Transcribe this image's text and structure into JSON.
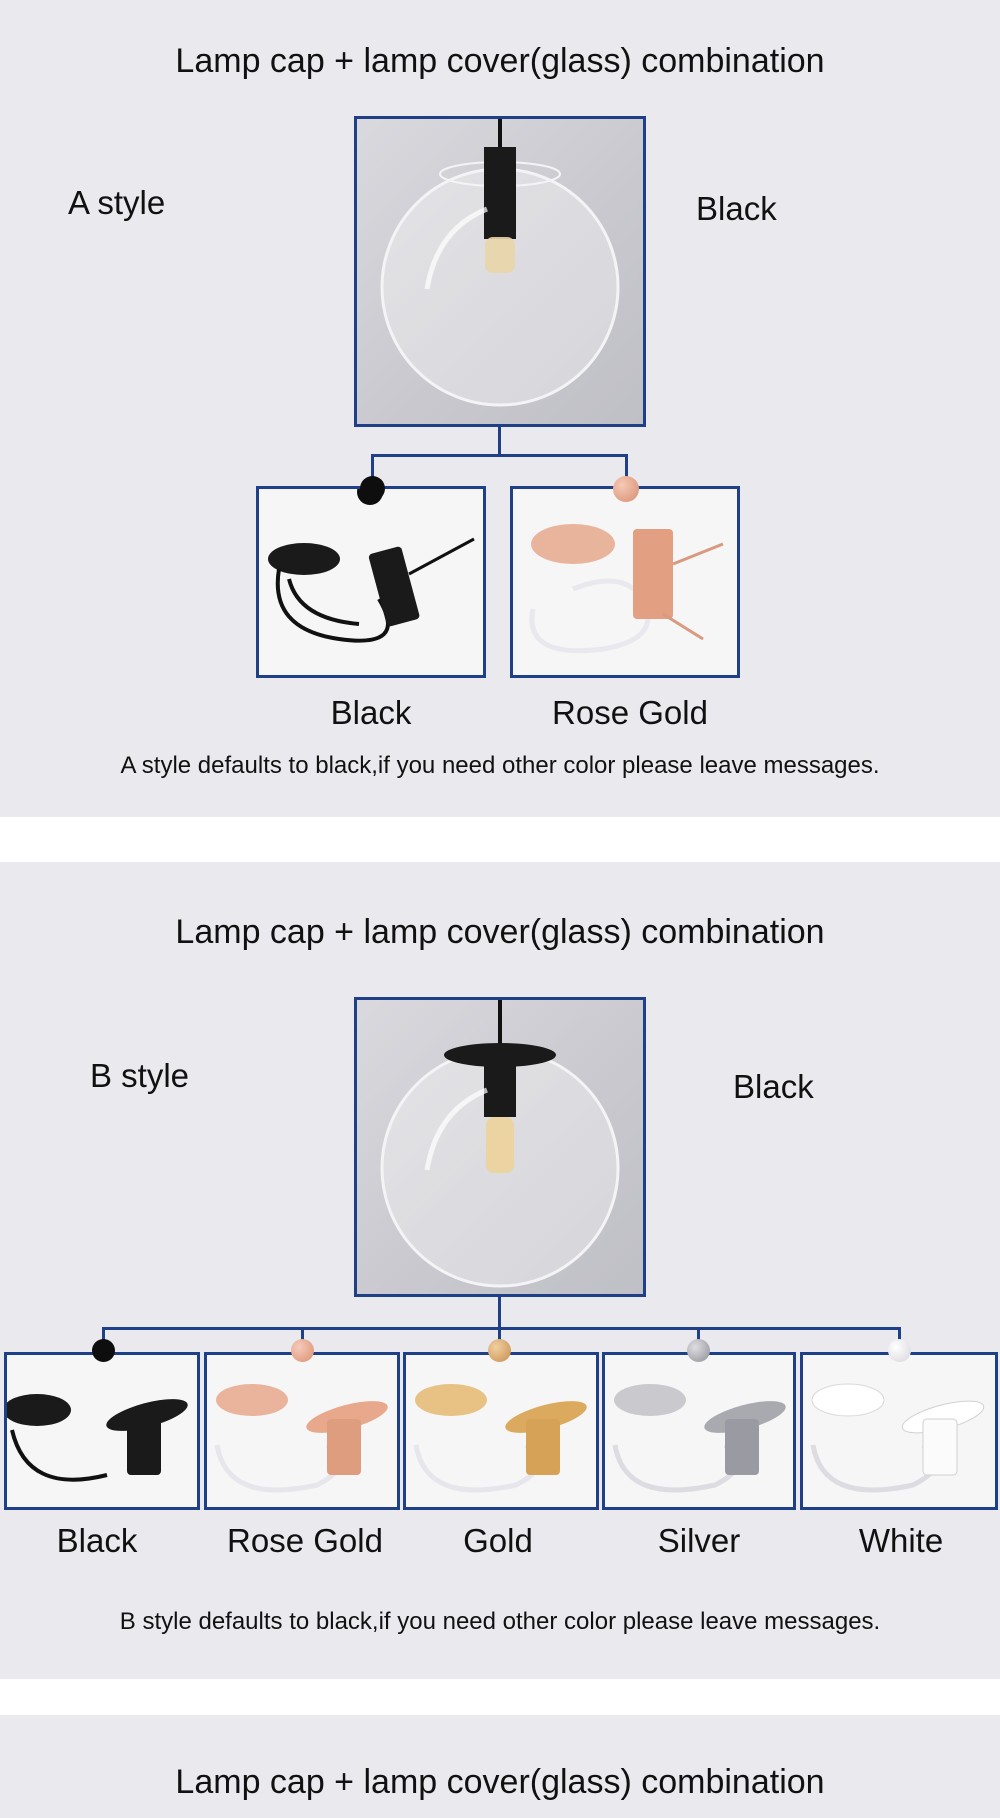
{
  "colors": {
    "panel_bg": "#eaeaee",
    "frame_blue": "#1f3f86",
    "black": "#111111",
    "rose_gold": "#e5a98e",
    "gold": "#d9a96a",
    "silver": "#b6b6bb",
    "white": "#f2f2f2"
  },
  "section_a": {
    "title": "Lamp cap + lamp cover(glass) combination",
    "style_label": "A style",
    "glass_color_label": "Black",
    "options": [
      {
        "label": "Black",
        "swatch": "black",
        "icon": "black-cap-kit-icon"
      },
      {
        "label": "Rose Gold",
        "swatch": "rose_gold",
        "icon": "rose-gold-cap-kit-icon"
      }
    ],
    "note": "A style defaults to black,if you need other color please leave messages."
  },
  "section_b": {
    "title": "Lamp cap + lamp cover(glass) combination",
    "style_label": "B style",
    "glass_color_label": "Black",
    "options": [
      {
        "label": "Black",
        "swatch": "black"
      },
      {
        "label": "Rose Gold",
        "swatch": "rose_gold"
      },
      {
        "label": "Gold",
        "swatch": "gold"
      },
      {
        "label": "Silver",
        "swatch": "silver"
      },
      {
        "label": "White",
        "swatch": "white"
      }
    ],
    "note": "B style defaults to black,if you need other color please leave messages."
  },
  "section_c": {
    "title": "Lamp cap + lamp cover(glass) combination"
  }
}
